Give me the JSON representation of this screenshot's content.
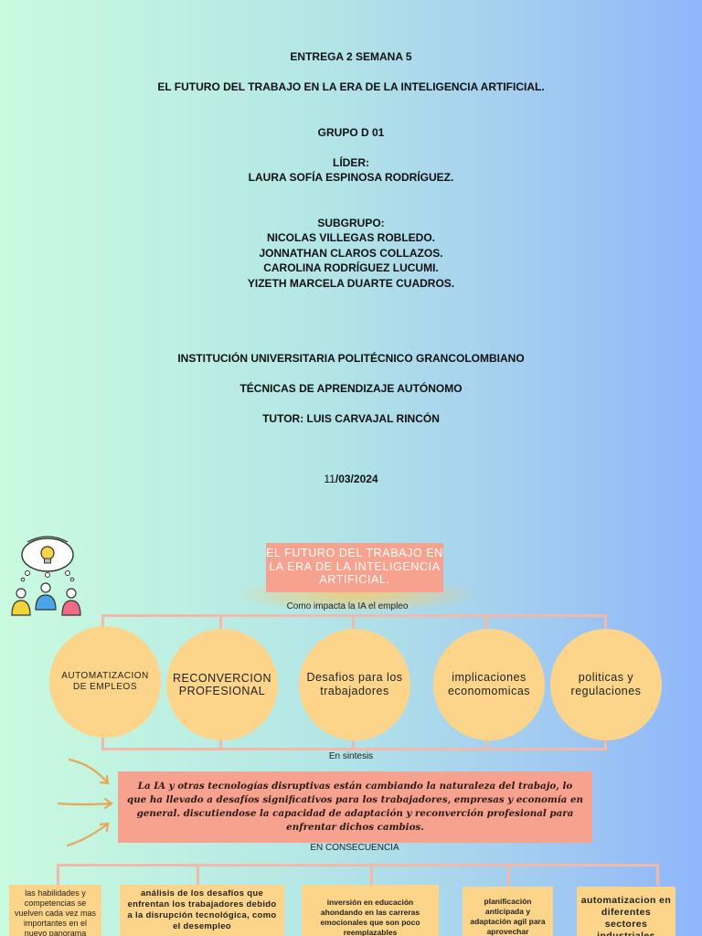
{
  "cover": {
    "entrega": "ENTREGA 2 SEMANA 5",
    "title": "EL FUTURO DEL TRABAJO EN LA ERA DE LA INTELIGENCIA ARTIFICIAL.",
    "group": "GRUPO D 01",
    "leader_label": "LÍDER:",
    "leader_name": "LAURA SOFÍA ESPINOSA RODRÍGUEZ.",
    "subgroup_label": "SUBGRUPO:",
    "members": [
      "NICOLAS VILLEGAS ROBLEDO.",
      "JONNATHAN CLAROS COLLAZOS.",
      "CAROLINA RODRÍGUEZ LUCUMI.",
      "YIZETH MARCELA DUARTE CUADROS."
    ],
    "institution": "INSTITUCIÓN UNIVERSITARIA POLITÉCNICO GRANCOLOMBIANO",
    "course": "TÉCNICAS DE APRENDIZAJE AUTÓNOMO",
    "tutor": "TUTOR: LUIS CARVAJAL RINCÓN",
    "date_day": "11",
    "date_rest": "/03/2024"
  },
  "diagram": {
    "title": "EL FUTURO DEL TRABAJO EN LA ERA DE LA INTELIGENCIA ARTIFICIAL.",
    "subtitle": "Como impacta la IA el empleo",
    "circles": [
      "AUTOMATIZACION DE EMPLEOS",
      "RECONVERCION PROFESIONAL",
      "Desafios para los trabajadores",
      "implicaciones economomicas",
      "politicas y regulaciones"
    ],
    "synthesis_label": "En sintesis",
    "summary": "La IA y otras tecnologías disruptivas están cambiando la naturaleza del trabajo, lo que ha llevado a desafíos significativos para los trabajadores, empresas y economía en general. discutiendose la capacidad de adaptación y reconverción profesional para enfrentar dichos cambios.",
    "consequence_label": "EN CONSECUENCIA",
    "cards": [
      "las habilidades y competencias se vuelven cada vez mas importantes en el nuevo panorama",
      "análisis de los desafíos que enfrentan los trabajadores debido a la disrupción tecnológica, como el desempleo",
      "inversión en educación ahondando en las carreras emocionales que son poco reemplazables",
      "planificación anticipada y adaptación agil para aprovechar",
      "automatizacion en diferentes sectores industriales"
    ],
    "colors": {
      "circle": "#fdd58a",
      "title_box": "#f6a28f",
      "connector": "#f2b9a9",
      "arrow": "#e8a85a"
    },
    "icon": "idea-team-icon"
  }
}
